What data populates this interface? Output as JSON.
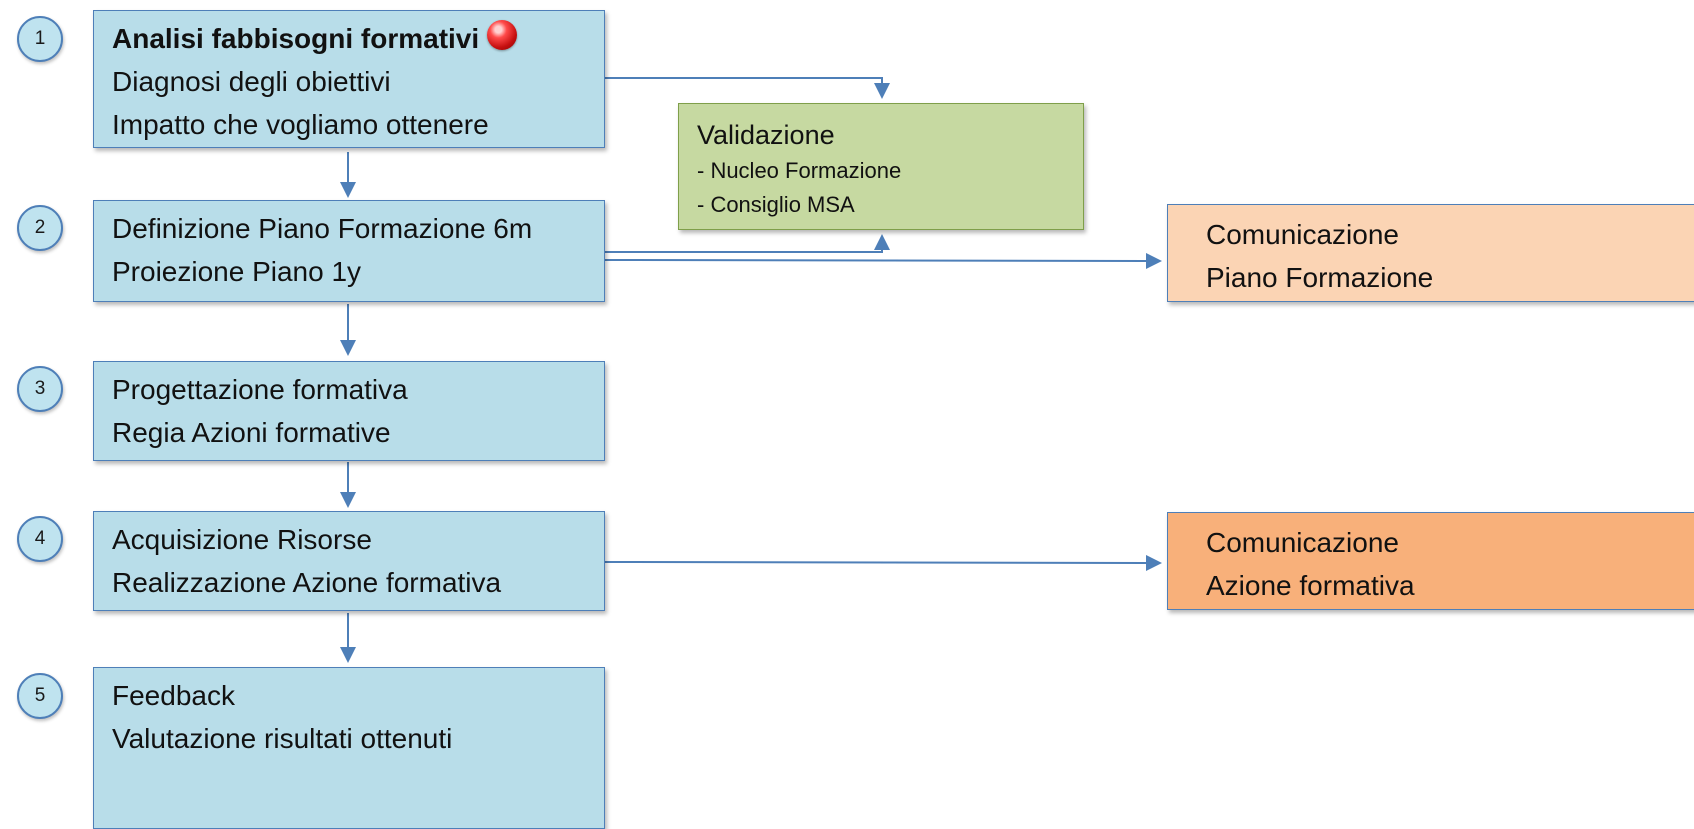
{
  "steps": [
    {
      "number": "1",
      "lines": [
        "Analisi fabbisogni formativi",
        "Diagnosi degli obiettivi",
        "Impatto che vogliamo ottenere"
      ]
    },
    {
      "number": "2",
      "lines": [
        "Definizione Piano Formazione 6m",
        "Proiezione Piano 1y"
      ]
    },
    {
      "number": "3",
      "lines": [
        "Progettazione formativa",
        "Regia Azioni formative"
      ]
    },
    {
      "number": "4",
      "lines": [
        "Acquisizione Risorse",
        "Realizzazione Azione formativa"
      ]
    },
    {
      "number": "5",
      "lines": [
        "Feedback",
        "Valutazione risultati ottenuti"
      ]
    }
  ],
  "validation": {
    "title": "Validazione",
    "items": [
      "- Nucleo Formazione",
      "- Consiglio MSA"
    ]
  },
  "communication_plan": {
    "lines": [
      "Comunicazione",
      "Piano Formazione"
    ]
  },
  "communication_action": {
    "lines": [
      "Comunicazione",
      "Azione formativa"
    ]
  },
  "colors": {
    "step_fill": "#b8dde9",
    "step_border": "#4e7fb8",
    "validation_fill": "#c6d9a1",
    "communication_plan_fill": "#fbd4b4",
    "communication_action_fill": "#f8b07a",
    "arrow": "#4e7fb8",
    "status_dot": "#e01616"
  },
  "icons": {
    "status_indicator": "red-dot-icon"
  }
}
